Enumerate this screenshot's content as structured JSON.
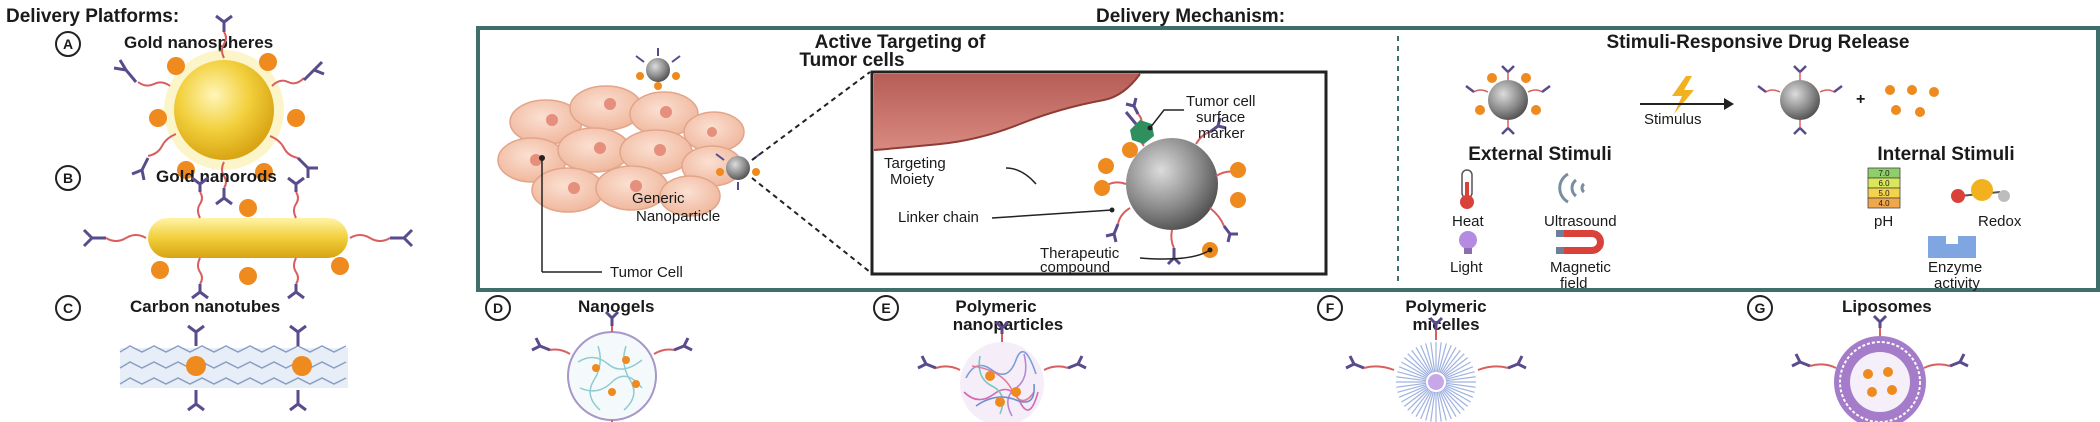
{
  "left_title": "Delivery Platforms:",
  "mechanism_title": "Delivery Mechanism:",
  "platforms": [
    {
      "letter": "A",
      "name": "Gold nanospheres"
    },
    {
      "letter": "B",
      "name": "Gold nanorods"
    },
    {
      "letter": "C",
      "name": "Carbon nanotubes"
    },
    {
      "letter": "D",
      "name": "Nanogels"
    },
    {
      "letter": "E",
      "name": "Polymeric",
      "name2": "nanoparticles"
    },
    {
      "letter": "F",
      "name": "Polymeric",
      "name2": "micelles"
    },
    {
      "letter": "G",
      "name": "Liposomes"
    }
  ],
  "active_targeting": {
    "title_line1": "Active Targeting of",
    "title_line2": "Tumor cells",
    "tumor_cell_label": "Tumor Cell",
    "generic_np_line1": "Generic",
    "generic_np_line2": "Nanoparticle",
    "marker_line1": "Tumor cell",
    "marker_line2": "surface",
    "marker_line3": "marker",
    "targeting_line1": "Targeting",
    "targeting_line2": "Moiety",
    "linker": "Linker chain",
    "therapeutic_line1": "Therapeutic",
    "therapeutic_line2": "compound"
  },
  "stimuli": {
    "title": "Stimuli-Responsive Drug Release",
    "stimulus_label": "Stimulus",
    "external_title": "External Stimuli",
    "internal_title": "Internal Stimuli",
    "heat": "Heat",
    "ultrasound": "Ultrasound",
    "light": "Light",
    "magnetic_line1": "Magnetic",
    "magnetic_line2": "field",
    "ph": "pH",
    "redox": "Redox",
    "enzyme_line1": "Enzyme",
    "enzyme_line2": "activity",
    "ph_scale": [
      "7.0",
      "6.0",
      "5.0",
      "4.0"
    ]
  },
  "colors": {
    "frame": "#3f6f6a",
    "gold": "#f2cf3b",
    "drug": "#ee8a1e",
    "ligand": "#5a4b8c",
    "linker": "#d95f5f",
    "tumor": "#f4c4ae",
    "nanoparticle": "#8a8a8a"
  }
}
